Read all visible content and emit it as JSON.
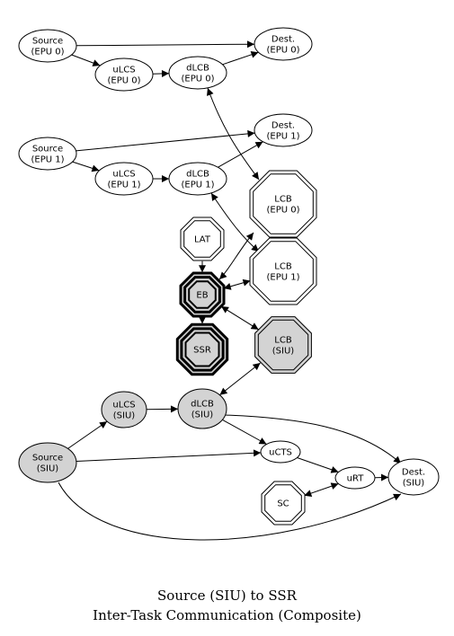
{
  "nodes": {
    "src0": {
      "lines": [
        "Source",
        "(EPU 0)"
      ],
      "shape": "ellipse"
    },
    "ulcs0": {
      "lines": [
        "uLCS",
        "(EPU 0)"
      ],
      "shape": "ellipse"
    },
    "dlcb0": {
      "lines": [
        "dLCB",
        "(EPU 0)"
      ],
      "shape": "ellipse"
    },
    "dest0": {
      "lines": [
        "Dest.",
        "(EPU 0)"
      ],
      "shape": "ellipse"
    },
    "src1": {
      "lines": [
        "Source",
        "(EPU 1)"
      ],
      "shape": "ellipse"
    },
    "ulcs1": {
      "lines": [
        "uLCS",
        "(EPU 1)"
      ],
      "shape": "ellipse"
    },
    "dlcb1": {
      "lines": [
        "dLCB",
        "(EPU 1)"
      ],
      "shape": "ellipse"
    },
    "dest1": {
      "lines": [
        "Dest.",
        "(EPU 1)"
      ],
      "shape": "ellipse"
    },
    "lcb0": {
      "lines": [
        "LCB",
        "(EPU 0)"
      ],
      "shape": "double-octagon"
    },
    "lcb1": {
      "lines": [
        "LCB",
        "(EPU 1)"
      ],
      "shape": "double-octagon"
    },
    "lat": {
      "lines": [
        "LAT"
      ],
      "shape": "double-octagon"
    },
    "eb": {
      "lines": [
        "EB"
      ],
      "shape": "triple-octagon",
      "fill": "#d3d3d3"
    },
    "ssr": {
      "lines": [
        "SSR"
      ],
      "shape": "triple-octagon",
      "fill": "#d3d3d3"
    },
    "lcbsiu": {
      "lines": [
        "LCB",
        "(SIU)"
      ],
      "shape": "double-octagon",
      "fill": "#d3d3d3"
    },
    "ulcssiu": {
      "lines": [
        "uLCS",
        "(SIU)"
      ],
      "shape": "ellipse",
      "fill": "#d3d3d3"
    },
    "dlcbsiu": {
      "lines": [
        "dLCB",
        "(SIU)"
      ],
      "shape": "ellipse",
      "fill": "#d3d3d3"
    },
    "srcsiu": {
      "lines": [
        "Source",
        "(SIU)"
      ],
      "shape": "ellipse",
      "fill": "#d3d3d3"
    },
    "ucts": {
      "lines": [
        "uCTS"
      ],
      "shape": "ellipse"
    },
    "urt": {
      "lines": [
        "uRT"
      ],
      "shape": "ellipse"
    },
    "destsiu": {
      "lines": [
        "Dest.",
        "(SIU)"
      ],
      "shape": "ellipse"
    },
    "sc": {
      "lines": [
        "SC"
      ],
      "shape": "double-octagon"
    }
  },
  "edges": [
    {
      "from": "src0",
      "to": "dest0",
      "dir": "forward"
    },
    {
      "from": "src0",
      "to": "ulcs0",
      "dir": "forward"
    },
    {
      "from": "ulcs0",
      "to": "dlcb0",
      "dir": "forward"
    },
    {
      "from": "dlcb0",
      "to": "dest0",
      "dir": "forward"
    },
    {
      "from": "dlcb0",
      "to": "lcb0",
      "dir": "both"
    },
    {
      "from": "src1",
      "to": "dest1",
      "dir": "forward"
    },
    {
      "from": "src1",
      "to": "ulcs1",
      "dir": "forward"
    },
    {
      "from": "ulcs1",
      "to": "dlcb1",
      "dir": "forward"
    },
    {
      "from": "dlcb1",
      "to": "dest1",
      "dir": "forward"
    },
    {
      "from": "dlcb1",
      "to": "lcb1",
      "dir": "both"
    },
    {
      "from": "lcb0",
      "to": "eb",
      "dir": "both"
    },
    {
      "from": "lcb1",
      "to": "eb",
      "dir": "both"
    },
    {
      "from": "lat",
      "to": "eb",
      "dir": "forward"
    },
    {
      "from": "eb",
      "to": "ssr",
      "dir": "forward"
    },
    {
      "from": "eb",
      "to": "lcbsiu",
      "dir": "both"
    },
    {
      "from": "lcbsiu",
      "to": "dlcbsiu",
      "dir": "both"
    },
    {
      "from": "srcsiu",
      "to": "ulcssiu",
      "dir": "forward"
    },
    {
      "from": "ulcssiu",
      "to": "dlcbsiu",
      "dir": "forward"
    },
    {
      "from": "dlcbsiu",
      "to": "ucts",
      "dir": "forward"
    },
    {
      "from": "dlcbsiu",
      "to": "destsiu",
      "dir": "forward"
    },
    {
      "from": "srcsiu",
      "to": "ucts",
      "dir": "forward"
    },
    {
      "from": "ucts",
      "to": "urt",
      "dir": "forward"
    },
    {
      "from": "urt",
      "to": "destsiu",
      "dir": "forward"
    },
    {
      "from": "sc",
      "to": "urt",
      "dir": "both"
    },
    {
      "from": "srcsiu",
      "to": "destsiu",
      "dir": "forward"
    }
  ],
  "caption": {
    "title": "Source (SIU) to SSR",
    "subtitle": "Inter-Task Communication (Composite)"
  }
}
